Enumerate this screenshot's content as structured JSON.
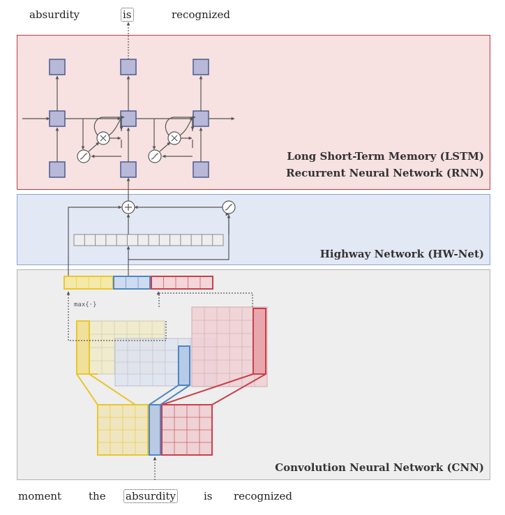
{
  "top_words": [
    "absurdity",
    "is",
    "recognized"
  ],
  "top_highlight_index": 1,
  "bottom_words": [
    "moment",
    "the",
    "absurdity",
    "is",
    "recognized"
  ],
  "bottom_highlight_index": 2,
  "lstm": {
    "title_line1": "Long Short-Term Memory (LSTM)",
    "title_line2": "Recurrent Neural Network (RNN)",
    "color": "#f7e1e1",
    "border": "#c43a3a"
  },
  "highway": {
    "title": "Highway Network (HW-Net)",
    "color": "#e3e8f5",
    "border": "#7f9ad2"
  },
  "cnn": {
    "title": "Convolution Neural Network (CNN)",
    "color": "#eeeeee",
    "border": "#b3b3b3"
  },
  "max_label": "max{·}",
  "colors": {
    "node_fill": "#b8b8d8",
    "node_border": "#4a5a8c",
    "yellow": "#e8c630",
    "blue": "#4f86c6",
    "red": "#c9404a"
  },
  "icons": {
    "sum": "plus-circle-icon",
    "product": "times-circle-icon",
    "activation": "sigmoid-icon"
  }
}
